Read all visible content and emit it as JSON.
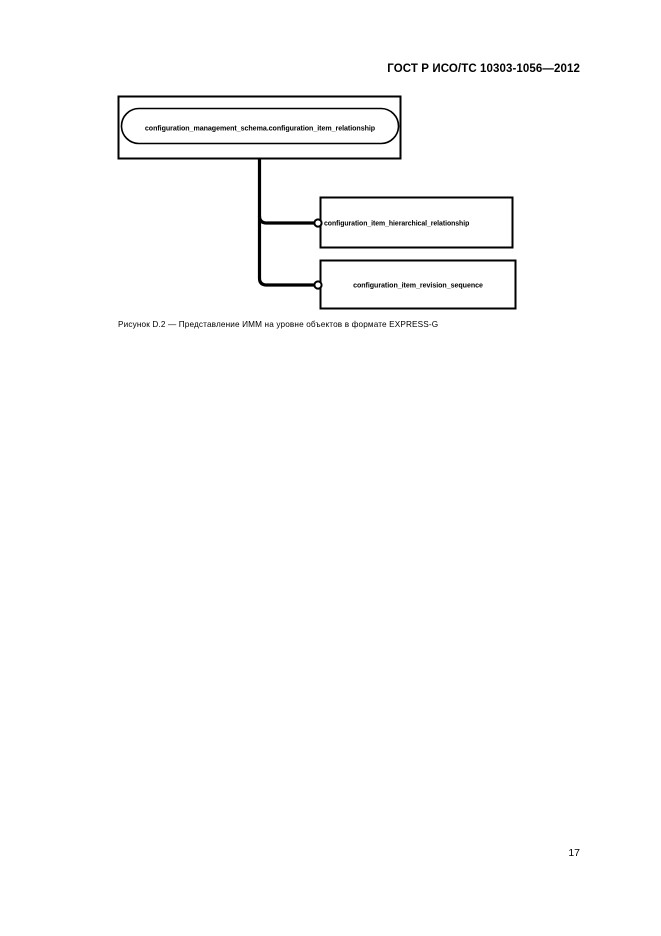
{
  "document": {
    "header": "ГОСТ Р ИСО/ТС 10303-1056—2012",
    "page_number": "17"
  },
  "figure": {
    "caption": "Рисунок  D.2 — Представление ИММ на уровне объектов в формате EXPRESS-G",
    "diagram_type": "EXPRESS-G",
    "nodes": {
      "schema_box": {
        "label": "configuration_management_schema.configuration_item_relationship",
        "shape": "rounded-rectangle-in-rectangle"
      },
      "entity_1": {
        "label": "configuration_item_hierarchical_relationship",
        "shape": "rectangle"
      },
      "entity_2": {
        "label": "configuration_item_revision_sequence",
        "shape": "rectangle"
      }
    },
    "colors": {
      "line": "#000000",
      "background": "#ffffff"
    }
  }
}
